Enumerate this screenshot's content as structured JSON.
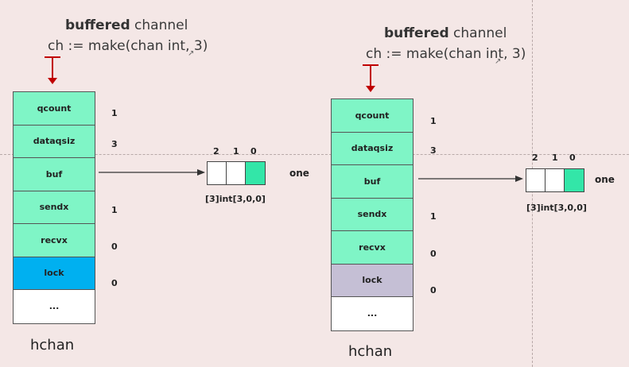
{
  "colors": {
    "background": "#f4e7e6",
    "cell_fill": "#7ff5c6",
    "lock_blue": "#00b0f0",
    "lock_gray": "#c5bfd5",
    "arrow_red": "#c00000",
    "slot_fill_color": "#33e6a8"
  },
  "left": {
    "title_bold": "buffered",
    "title_rest": " channel",
    "code": "ch := make(chan int, 3)",
    "fields": [
      "qcount",
      "dataqsiz",
      "buf",
      "sendx",
      "recvx",
      "lock",
      "..."
    ],
    "values": [
      "1",
      "3",
      "1",
      "0",
      "0"
    ],
    "lock_color": "#00b0f0",
    "label": "hchan",
    "array": {
      "indices": [
        "2",
        "1",
        "0"
      ],
      "label": "[3]int[3,0,0]",
      "element": "one",
      "filled_slot": 2
    }
  },
  "right": {
    "title_bold": "buffered",
    "title_rest": " channel",
    "code": "ch := make(chan int, 3)",
    "fields": [
      "qcount",
      "dataqsiz",
      "buf",
      "sendx",
      "recvx",
      "lock",
      "..."
    ],
    "values": [
      "1",
      "3",
      "1",
      "0",
      "0"
    ],
    "lock_color": "#c5bfd5",
    "label": "hchan",
    "array": {
      "indices": [
        "2",
        "1",
        "0"
      ],
      "label": "[3]int[3,0,0]",
      "element": "one",
      "filled_slot": 2
    }
  }
}
